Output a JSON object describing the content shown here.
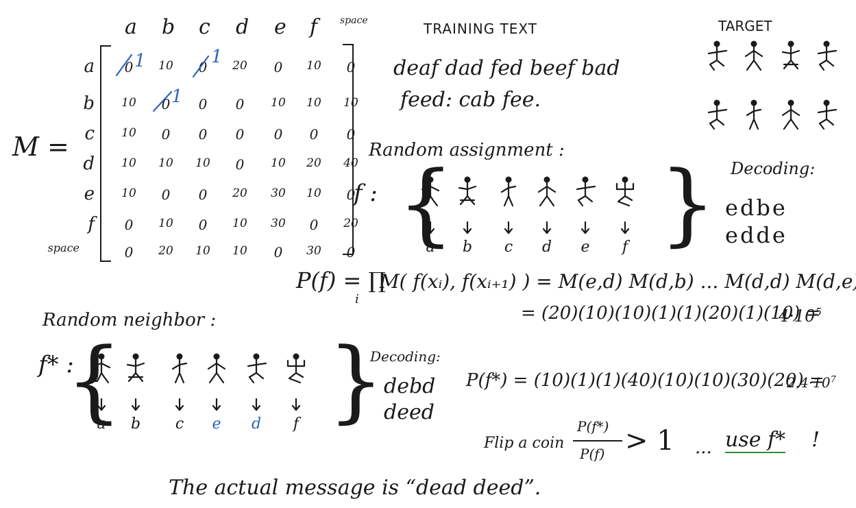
{
  "matrix": {
    "label": "M =",
    "columns": [
      "a",
      "b",
      "c",
      "d",
      "e",
      "f",
      "space"
    ],
    "rows": [
      "a",
      "b",
      "c",
      "d",
      "e",
      "f",
      "space"
    ],
    "values": [
      [
        "0",
        "10",
        "0",
        "20",
        "0",
        "10",
        "0"
      ],
      [
        "10",
        "0",
        "0",
        "0",
        "10",
        "10",
        "10"
      ],
      [
        "10",
        "0",
        "0",
        "0",
        "0",
        "0",
        "0"
      ],
      [
        "10",
        "10",
        "10",
        "0",
        "10",
        "20",
        "40"
      ],
      [
        "10",
        "0",
        "0",
        "20",
        "30",
        "10",
        "0"
      ],
      [
        "0",
        "10",
        "0",
        "10",
        "30",
        "0",
        "20"
      ],
      [
        "0",
        "20",
        "10",
        "10",
        "0",
        "30",
        "0"
      ]
    ],
    "corrections": [
      "1",
      "1",
      "1"
    ]
  },
  "training": {
    "title": "TRAINING TEXT",
    "line1": "deaf dad fed beef bad",
    "line2": "feed: cab fee."
  },
  "target": {
    "title": "TARGET"
  },
  "random_assignment": {
    "title": "Random assignment :",
    "func": "f :",
    "letters": [
      "a",
      "b",
      "c",
      "d",
      "e",
      "f"
    ],
    "decoding_title": "Decoding:",
    "decoding_line1": "edbe",
    "decoding_line2": "edde"
  },
  "probability": {
    "lhs": "P(f) = ∏",
    "index": "i",
    "expr": "M( f(xᵢ), f(xᵢ₊₁) ) = M(e,d) M(d,b) ... M(d,d) M(d,e)",
    "line2": "= (20)(10)(10)(1)(1)(20)(1)(10) =",
    "result_base": "4·10",
    "result_exp": "5"
  },
  "random_neighbor": {
    "title": "Random neighbor :",
    "func": "f* :",
    "letters": [
      "a",
      "b",
      "c",
      "e",
      "d",
      "f"
    ],
    "decoding_title": "Decoding:",
    "decoding_line1": "debd",
    "decoding_line2": "deed"
  },
  "probability_star": {
    "expr": "P(f*) = (10)(1)(1)(40)(10)(10)(30)(20) =",
    "result_base": "2.4·10",
    "result_exp": "7"
  },
  "flip": {
    "label": "Flip a coin",
    "numerator": "P(f*)",
    "denominator": "P(f)",
    "compare": "> 1",
    "ellipsis": "...",
    "conclusion": "use f*",
    "bang": "!"
  },
  "conclusion": "The actual message is “dead deed”."
}
